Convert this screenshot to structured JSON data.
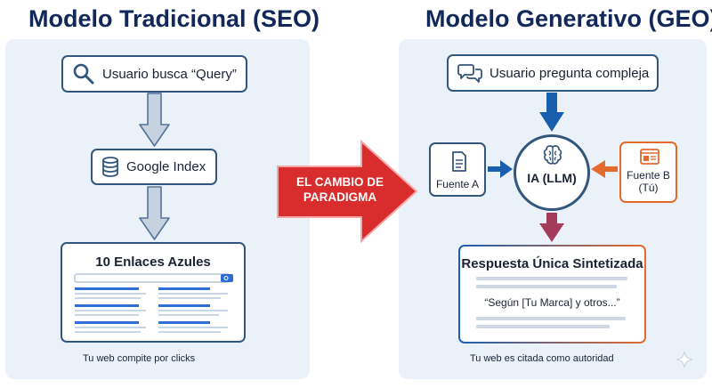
{
  "left": {
    "title": "Modelo Tradicional (SEO)",
    "query_box": "Usuario busca “Query”",
    "index_box": "Google Index",
    "results_box": "10 Enlaces Azules",
    "caption": "Tu web compite por clicks"
  },
  "right": {
    "title": "Modelo Generativo (GEO)",
    "question_box": "Usuario pregunta compleja",
    "source_a": "Fuente A",
    "source_b": "Fuente B (Tú)",
    "ai_label": "IA (LLM)",
    "answer_title": "Respuesta Única Sintetizada",
    "answer_quote": "“Según [Tu Marca] y otros...”",
    "caption": "Tu web es citada como autoridad"
  },
  "center": {
    "paradigm_label": "EL CAMBIO DE PARADIGMA"
  },
  "colors": {
    "navy": "#12285a",
    "box_border": "#33567c",
    "accent_orange": "#e46a2e",
    "red_arrow": "#d92c2c",
    "panel_bg": "#eaf1f8"
  },
  "icons": [
    "search-icon",
    "database-icon",
    "chat-bubbles-icon",
    "document-icon",
    "brain-icon",
    "browser-window-icon"
  ]
}
